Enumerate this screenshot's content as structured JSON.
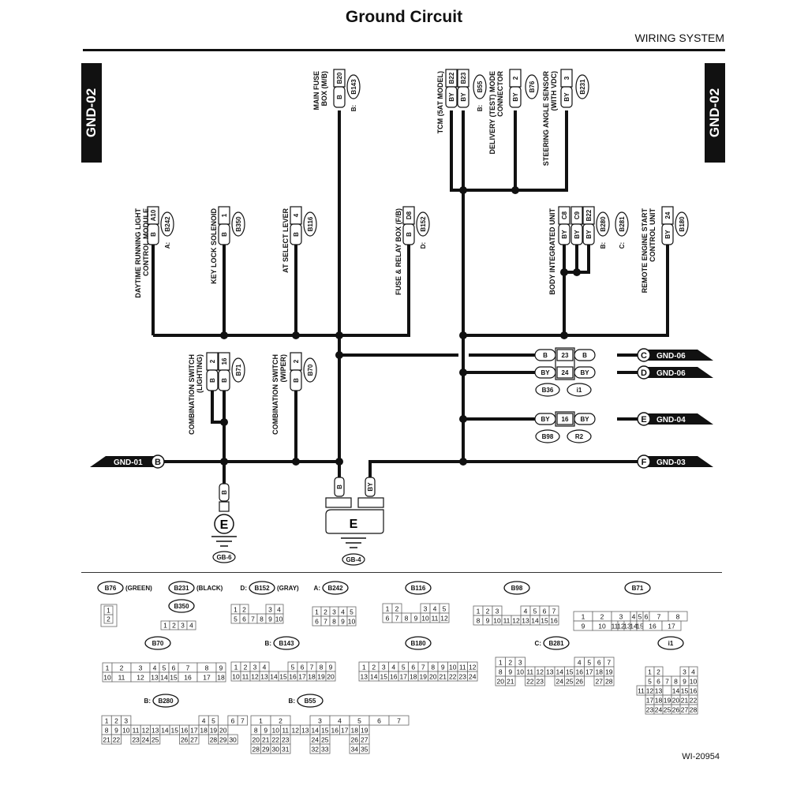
{
  "header": {
    "title": "Ground Circuit",
    "section": "WIRING SYSTEM"
  },
  "side_tabs": {
    "left": "GND-02",
    "right": "GND-02"
  },
  "components": [
    {
      "id": "drl",
      "name": "DAYTIME RUNNING LIGHT CONTROL MODULE",
      "lines": [
        "DAYTIME RUNNING LIGHT",
        "CONTROL MODULE"
      ],
      "pins": [
        {
          "pin": "A10",
          "color": "B"
        }
      ],
      "connector": "B242",
      "prefix": "A:"
    },
    {
      "id": "keylock",
      "name": "KEY LOCK SOLENOID",
      "lines": [
        "KEY LOCK SOLENOID"
      ],
      "pins": [
        {
          "pin": "1",
          "color": "B"
        }
      ],
      "connector": "B350",
      "prefix": ""
    },
    {
      "id": "atselect",
      "name": "AT SELECT LEVER",
      "lines": [
        "AT SELECT LEVER"
      ],
      "pins": [
        {
          "pin": "4",
          "color": "B"
        }
      ],
      "connector": "B116",
      "prefix": ""
    },
    {
      "id": "mainfuse",
      "name": "MAIN FUSE BOX (M/B)",
      "lines": [
        "MAIN FUSE",
        "BOX (M/B)"
      ],
      "pins": [
        {
          "pin": "B20",
          "color": "B"
        }
      ],
      "connector": "B143",
      "prefix": "B:"
    },
    {
      "id": "fuserelay",
      "name": "FUSE & RELAY BOX (F/B)",
      "lines": [
        "FUSE & RELAY BOX (F/B)"
      ],
      "pins": [
        {
          "pin": "D8",
          "color": "B"
        }
      ],
      "connector": "B152",
      "prefix": "D:"
    },
    {
      "id": "tcm",
      "name": "TCM (5AT MODEL)",
      "lines": [
        "TCM (5AT MODEL)"
      ],
      "pins": [
        {
          "pin": "B22",
          "color": "BY"
        },
        {
          "pin": "B23",
          "color": "BY"
        }
      ],
      "connector": "B55",
      "prefix": "B:"
    },
    {
      "id": "delivery",
      "name": "DELIVERY (TEST) MODE CONNECTOR",
      "lines": [
        "DELIVERY (TEST) MODE",
        "CONNECTOR"
      ],
      "pins": [
        {
          "pin": "2",
          "color": "BY"
        }
      ],
      "connector": "B76",
      "prefix": ""
    },
    {
      "id": "steering",
      "name": "STEERING ANGLE SENSOR (WITH VDC)",
      "lines": [
        "STEERING ANGLE SENSOR",
        "(WITH VDC)"
      ],
      "pins": [
        {
          "pin": "3",
          "color": "BY"
        }
      ],
      "connector": "B231",
      "prefix": ""
    },
    {
      "id": "biu",
      "name": "BODY INTEGRATED UNIT",
      "lines": [
        "BODY INTEGRATED UNIT"
      ],
      "pins": [
        {
          "pin": "C8",
          "color": "BY"
        },
        {
          "pin": "C9",
          "color": "BY"
        },
        {
          "pin": "B22",
          "color": "BY"
        }
      ],
      "connectors": [
        {
          "prefix": "B:",
          "id": "B280"
        },
        {
          "prefix": "C:",
          "id": "B281"
        }
      ]
    },
    {
      "id": "remote",
      "name": "REMOTE ENGINE START CONTROL UNIT",
      "lines": [
        "REMOTE ENGINE START",
        "CONTROL UNIT"
      ],
      "pins": [
        {
          "pin": "24",
          "color": "BY"
        }
      ],
      "connector": "B180",
      "prefix": ""
    },
    {
      "id": "combolight",
      "name": "COMBINATION SWITCH (LIGHTING)",
      "lines": [
        "COMBINATION SWITCH",
        "(LIGHTING)"
      ],
      "pins": [
        {
          "pin": "2",
          "color": "B"
        },
        {
          "pin": "16",
          "color": "B"
        }
      ],
      "connector": "B71",
      "prefix": ""
    },
    {
      "id": "combowiper",
      "name": "COMBINATION SWITCH (WIPER)",
      "lines": [
        "COMBINATION SWITCH",
        "(WIPER)"
      ],
      "pins": [
        {
          "pin": "2",
          "color": "B"
        }
      ],
      "connector": "B70",
      "prefix": ""
    }
  ],
  "joints": [
    {
      "rows": [
        {
          "left": "B",
          "pin": "23",
          "right": "B"
        },
        {
          "left": "BY",
          "pin": "24",
          "right": "BY"
        }
      ],
      "connectors": [
        "B36",
        "i1"
      ]
    },
    {
      "rows": [
        {
          "left": "BY",
          "pin": "16",
          "right": "BY"
        }
      ],
      "connectors": [
        "B98",
        "R2"
      ]
    }
  ],
  "offpage": [
    {
      "letter": "C",
      "label": "GND-06"
    },
    {
      "letter": "D",
      "label": "GND-06"
    },
    {
      "letter": "E",
      "label": "GND-04"
    },
    {
      "letter": "F",
      "label": "GND-03"
    },
    {
      "letter": "B",
      "label": "GND-01"
    }
  ],
  "grounds": [
    {
      "letter": "E",
      "label": "GB-6",
      "wires": [
        "B"
      ]
    },
    {
      "letter": "E",
      "label": "GB-4",
      "wires": [
        "B",
        "BY"
      ]
    }
  ],
  "connector_views": [
    {
      "label": "B76",
      "prefix": "",
      "note": "(GREEN)"
    },
    {
      "label": "B231",
      "prefix": "",
      "note": "(BLACK)"
    },
    {
      "label": "B350",
      "prefix": "",
      "note": ""
    },
    {
      "label": "B152",
      "prefix": "D:",
      "note": "(GRAY)"
    },
    {
      "label": "B242",
      "prefix": "A:",
      "note": ""
    },
    {
      "label": "B116",
      "prefix": "",
      "note": ""
    },
    {
      "label": "B98",
      "prefix": "",
      "note": ""
    },
    {
      "label": "B71",
      "prefix": "",
      "note": ""
    },
    {
      "label": "B70",
      "prefix": "",
      "note": ""
    },
    {
      "label": "B143",
      "prefix": "B:",
      "note": ""
    },
    {
      "label": "B180",
      "prefix": "",
      "note": ""
    },
    {
      "label": "B281",
      "prefix": "C:",
      "note": ""
    },
    {
      "label": "i1",
      "prefix": "",
      "note": ""
    },
    {
      "label": "B280",
      "prefix": "B:",
      "note": ""
    },
    {
      "label": "B55",
      "prefix": "B:",
      "note": ""
    }
  ],
  "doc_id": "WI-20954"
}
